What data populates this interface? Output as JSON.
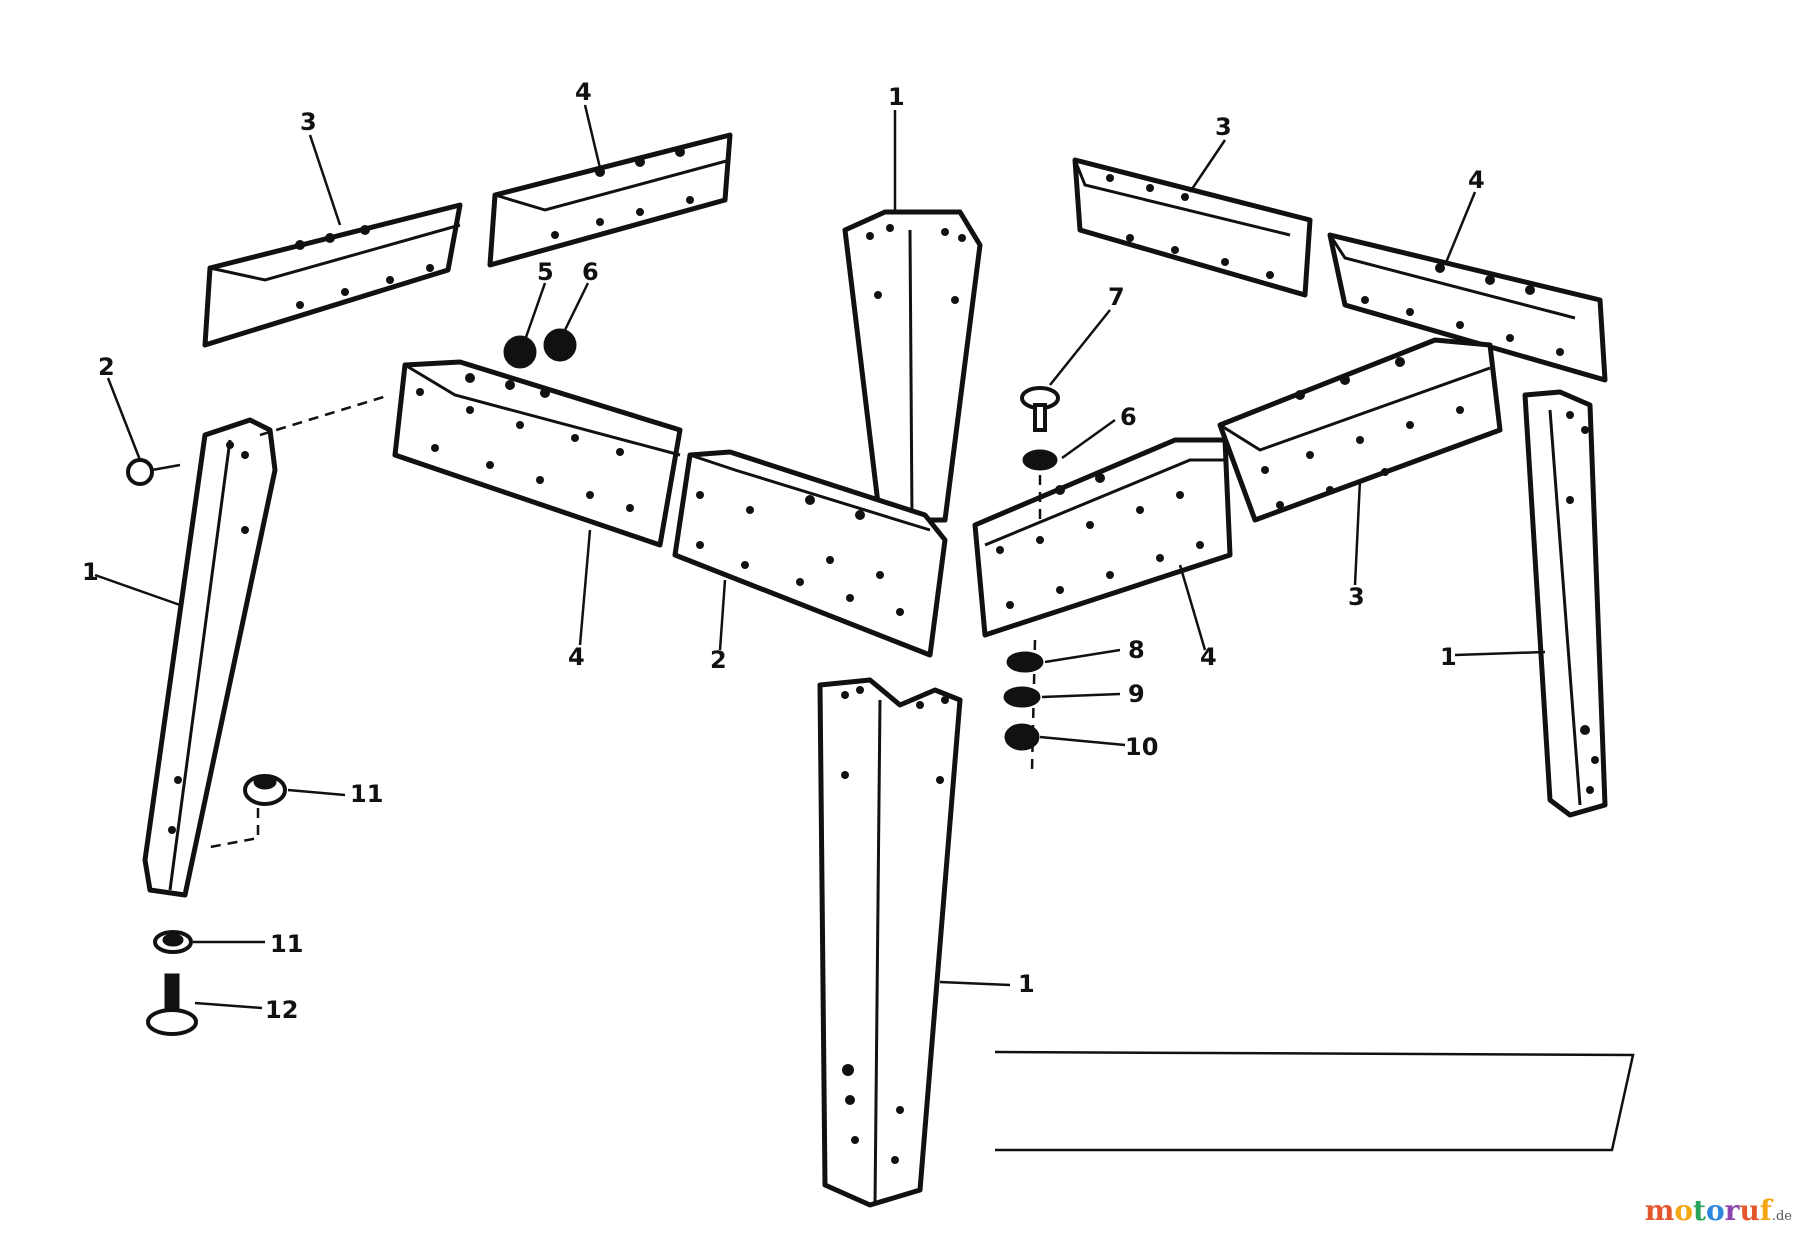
{
  "callouts": {
    "c3_topleft": "3",
    "c4_topleft": "4",
    "c1_top": "1",
    "c3_topright": "3",
    "c4_topright": "4",
    "c2_left": "2",
    "c5": "5",
    "c6": "6",
    "c7": "7",
    "c6_right": "6",
    "c1_left": "1",
    "c4_midleft": "4",
    "c2_mid": "2",
    "c4_midright": "4",
    "c3_midright": "3",
    "c1_right": "1",
    "c8": "8",
    "c9": "9",
    "c10": "10",
    "c11_upper": "11",
    "c11_lower": "11",
    "c12": "12",
    "c1_bottom": "1"
  },
  "watermark": {
    "brand": "motoruf",
    "tld": ".de",
    "colors": [
      "#e4572e",
      "#f3a712",
      "#29a35a",
      "#2e86de",
      "#8e44ad"
    ]
  }
}
